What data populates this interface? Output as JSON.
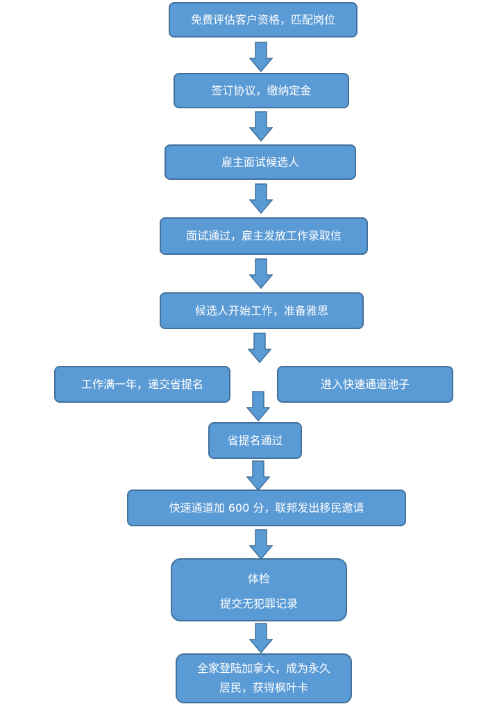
{
  "steps": [
    {
      "id": "s1",
      "lines": [
        "免费评估客户资格，匹配岗位"
      ]
    },
    {
      "id": "s2",
      "lines": [
        "签订协议，缴纳定金"
      ]
    },
    {
      "id": "s3",
      "lines": [
        "雇主面试候选人"
      ]
    },
    {
      "id": "s4",
      "lines": [
        "面试通过，雇主发放工作录取信"
      ]
    },
    {
      "id": "s5",
      "lines": [
        "候选人开始工作，准备雅思"
      ]
    },
    {
      "id": "s6a",
      "lines": [
        "工作满一年，递交省提名"
      ]
    },
    {
      "id": "s6b",
      "lines": [
        "进入快速通道池子"
      ]
    },
    {
      "id": "s7",
      "lines": [
        "省提名通过"
      ]
    },
    {
      "id": "s8",
      "lines": [
        "快速通道加 600 分，联邦发出移民邀请"
      ]
    },
    {
      "id": "s9",
      "lines": [
        "体检",
        "提交无犯罪记录"
      ]
    },
    {
      "id": "s10",
      "lines": [
        "全家登陆加拿大，成为永久",
        "居民，获得枫叶卡"
      ]
    }
  ],
  "colors": {
    "box_fill": "#5b9bd5",
    "box_border": "#41719c",
    "text": "#ffffff",
    "arrow_fill": "#5b9bd5",
    "arrow_border": "#41719c"
  },
  "icons": {
    "connector": "down-arrow-icon"
  }
}
